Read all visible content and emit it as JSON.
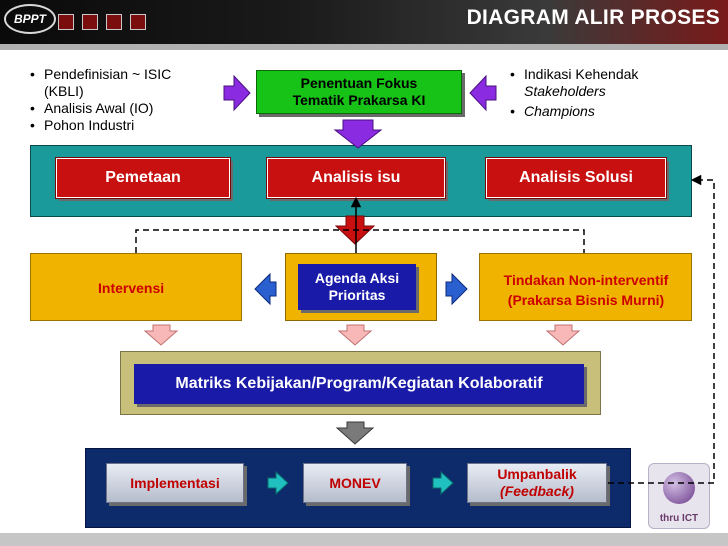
{
  "header": {
    "logo": "BPPT",
    "title": "DIAGRAM ALIR PROSES"
  },
  "left_bullets": [
    {
      "l1": "Pendefinisian ~ ISIC",
      "l2": "(KBLI)"
    },
    {
      "l1": "Analisis Awal (IO)"
    },
    {
      "l1": "Pohon Industri"
    }
  ],
  "right_bullets": {
    "item1_l1": "Indikasi Kehendak",
    "item1_l2": "Stakeholders",
    "item2": "Champions"
  },
  "focus_box": {
    "line1": "Penentuan Fokus",
    "line2": "Tematik Prakarsa KI"
  },
  "analysis_row": {
    "pemetaan": "Pemetaan",
    "analisis_isu": "Analisis isu",
    "analisis_solusi": "Analisis Solusi"
  },
  "middle_row": {
    "intervensi": "Intervensi",
    "agenda_l1": "Agenda Aksi",
    "agenda_l2": "Prioritas",
    "tindakan_l1": "Tindakan Non-interventif",
    "tindakan_l2": "(Prakarsa Bisnis Murni)"
  },
  "matriks": "Matriks Kebijakan/Program/Kegiatan Kolaboratif",
  "bottom_row": {
    "implementasi": "Implementasi",
    "monev": "MONEV",
    "umpan_l1": "Umpanbalik",
    "umpan_l2": "(Feedback)"
  },
  "footer_logo": "thru ICT",
  "colors": {
    "teal": "#1a9a9a",
    "gold": "#f0b400",
    "red": "#c81010",
    "blue": "#1a1aa8",
    "green": "#17c317",
    "navy": "#0d2a6a",
    "purple_arrow": "#8a2be2",
    "cyan_arrow": "#20c0c0"
  }
}
